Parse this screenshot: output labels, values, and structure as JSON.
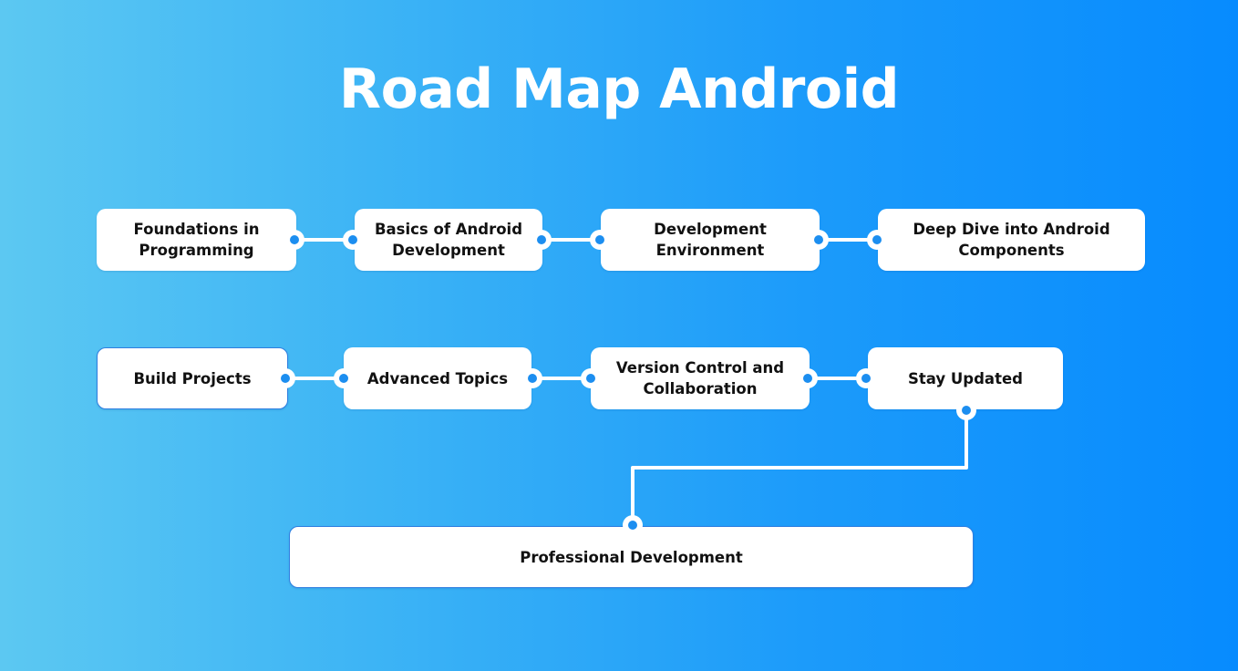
{
  "title": "Road Map Android",
  "colors": {
    "gradient_start": "#5cc8f2",
    "gradient_end": "#078bfe",
    "node_fill": "#ffffff",
    "connector": "#ffffff",
    "dot_center": "#1c8ef0"
  },
  "row1": [
    {
      "label": "Foundations in Programming"
    },
    {
      "label": "Basics of Android Development"
    },
    {
      "label": "Development Environment"
    },
    {
      "label": "Deep Dive into Android Components"
    }
  ],
  "row2": [
    {
      "label": "Build Projects"
    },
    {
      "label": "Advanced Topics"
    },
    {
      "label": "Version Control and Collaboration"
    },
    {
      "label": "Stay Updated"
    }
  ],
  "final": {
    "label": "Professional Development"
  }
}
